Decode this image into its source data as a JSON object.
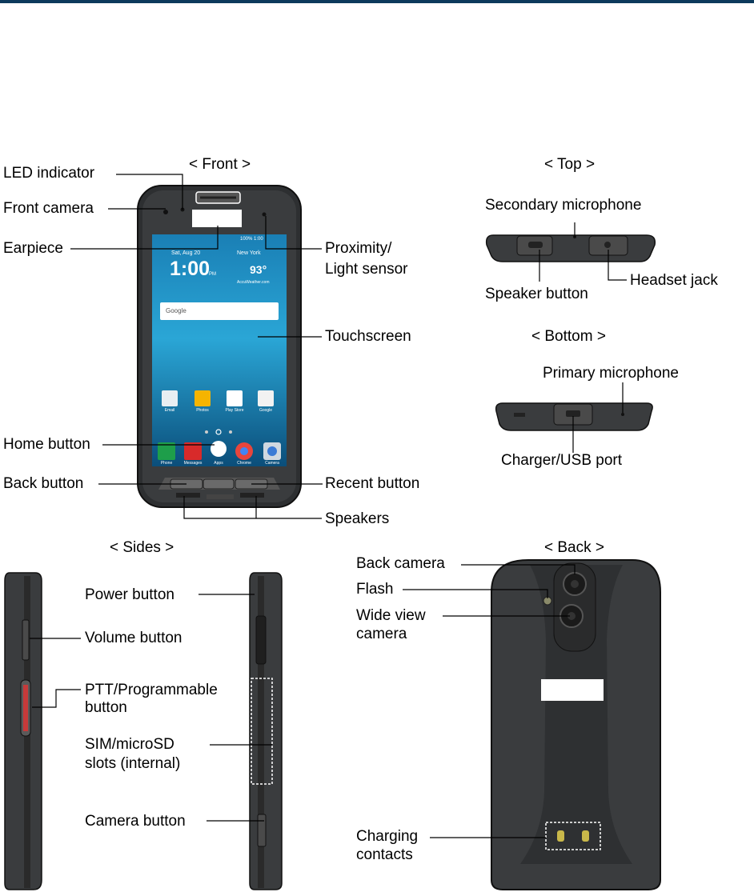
{
  "views": {
    "front": "< Front >",
    "top": "< Top >",
    "bottom": "< Bottom >",
    "sides": "< Sides >",
    "back": "< Back >"
  },
  "labels": {
    "led_indicator": "LED indicator",
    "front_camera": "Front camera",
    "earpiece": "Earpiece",
    "proximity_line1": "Proximity/",
    "proximity_line2": "Light sensor",
    "touchscreen": "Touchscreen",
    "home_button": "Home button",
    "back_button": "Back button",
    "recent_button": "Recent button",
    "speakers": "Speakers",
    "secondary_microphone": "Secondary microphone",
    "speaker_button": "Speaker button",
    "headset_jack": "Headset jack",
    "primary_microphone": "Primary microphone",
    "charger_usb_port": "Charger/USB port",
    "power_button": "Power button",
    "volume_button": "Volume button",
    "ptt_line1": "PTT/Programmable",
    "ptt_line2": "button",
    "sim_line1": "SIM/microSD",
    "sim_line2": "slots (internal)",
    "camera_button": "Camera  button",
    "back_camera": "Back camera",
    "flash": "Flash",
    "wide_line1": "Wide view",
    "wide_line2": "camera",
    "charging_line1": "Charging",
    "charging_line2": "contacts"
  },
  "screen": {
    "status": "100%  1:00",
    "date": "Sat, Aug 20",
    "time": "1:00",
    "ampm": "PM",
    "city": "New York",
    "temp": "93°",
    "weather_source": "AccuWeather.com",
    "search_brand": "Google",
    "apps_row": [
      "Email",
      "Photos",
      "Play Store",
      "Google"
    ],
    "dock": [
      "Phone",
      "Messages",
      "Apps",
      "Chrome",
      "Camera"
    ]
  }
}
